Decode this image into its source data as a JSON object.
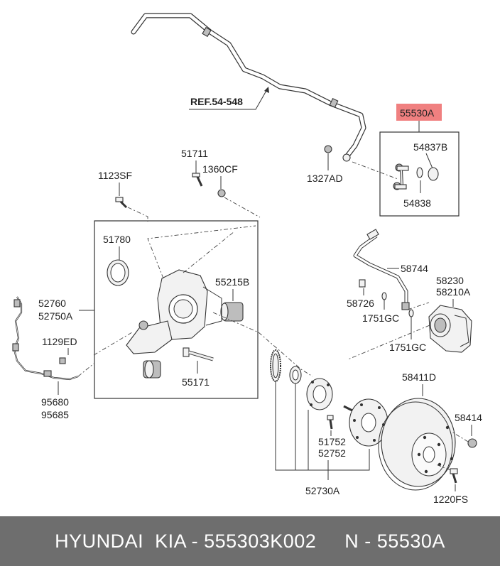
{
  "labels": {
    "ref": "REF.54-548",
    "p55530A": "55530A",
    "p54837B": "54837B",
    "p54838": "54838",
    "p1327AD": "1327AD",
    "p51711": "51711",
    "p1360CF": "1360CF",
    "p1123SF": "1123SF",
    "p51780": "51780",
    "p55215B": "55215B",
    "p55171": "55171",
    "p52760": "52760",
    "p52750A": "52750A",
    "p1129ED": "1129ED",
    "p95680": "95680",
    "p95685": "95685",
    "p58744": "58744",
    "p58726": "58726",
    "p1751GC_a": "1751GC",
    "p1751GC_b": "1751GC",
    "p58230": "58230",
    "p58210A": "58210A",
    "p58411D": "58411D",
    "p58414": "58414",
    "p51752": "51752",
    "p52752": "52752",
    "p52730A": "52730A",
    "p1220FS": "1220FS"
  },
  "colors": {
    "highlight": "#f08080",
    "footer_bg": "#6e6e6e",
    "footer_text": "#ffffff"
  },
  "footer": {
    "text": "HYUNDAI  KIA - 555303K002     N - 55530A"
  }
}
